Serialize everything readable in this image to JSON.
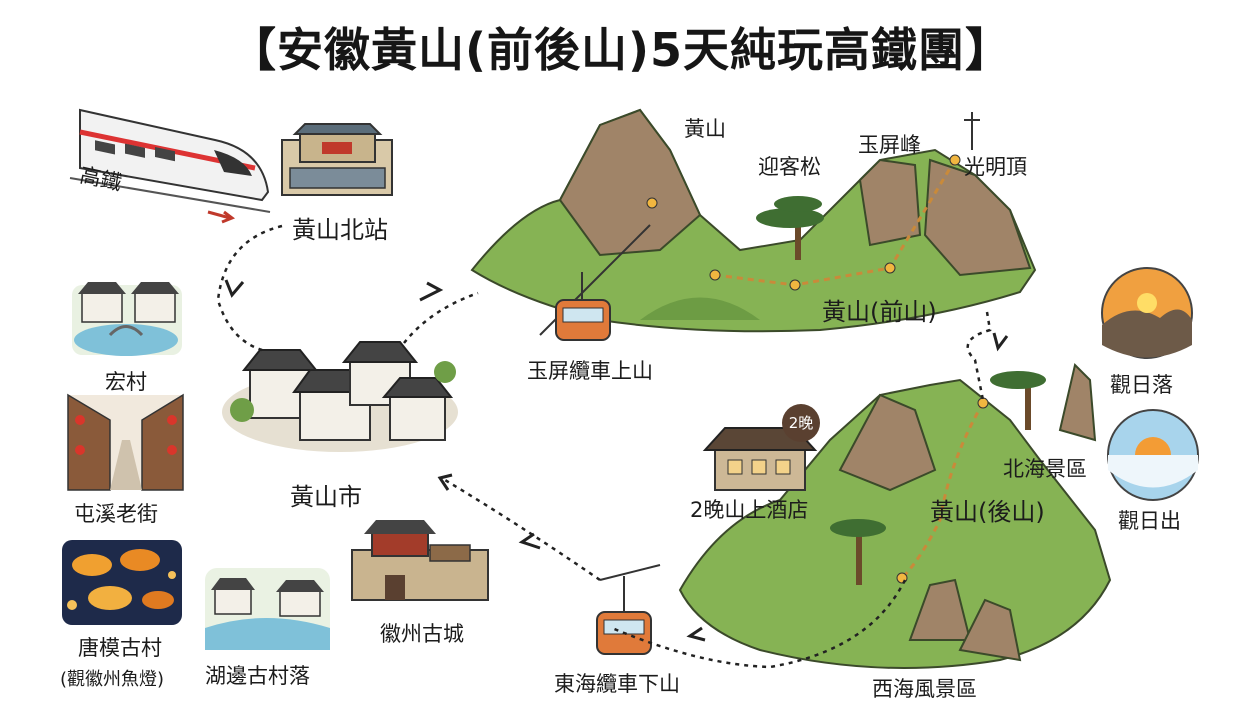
{
  "title": "【安徽黃山(前後山)5天純玩高鐵團】",
  "labels": {
    "train": "高鐵",
    "north_station": "黃山北站",
    "huangshan_city": "黃山市",
    "hongcun": "宏村",
    "tunxi": "屯溪老街",
    "tangmo": "唐模古村",
    "tangmo_note": "(觀徽州魚燈)",
    "lakeside": "湖邊古村落",
    "huizhou": "徽州古城",
    "east_cable": "東海纜車下山",
    "jade_cable": "玉屏纜車上山",
    "hotel": "2晚山上酒店",
    "hotel_badge": "2晚",
    "peak_huangshan": "黃山",
    "welcoming_pine": "迎客松",
    "yuping": "玉屏峰",
    "guangming": "光明頂",
    "front_mountain": "黃山(前山)",
    "back_mountain": "黃山(後山)",
    "beihai": "北海景區",
    "xihai": "西海風景區",
    "sunset": "觀日落",
    "sunrise": "觀日出"
  },
  "colors": {
    "mountain_green": "#7fae4e",
    "rock": "#a08468",
    "route": "#222222",
    "trail": "#c98a3a",
    "cable_car": "#e07a3a"
  }
}
